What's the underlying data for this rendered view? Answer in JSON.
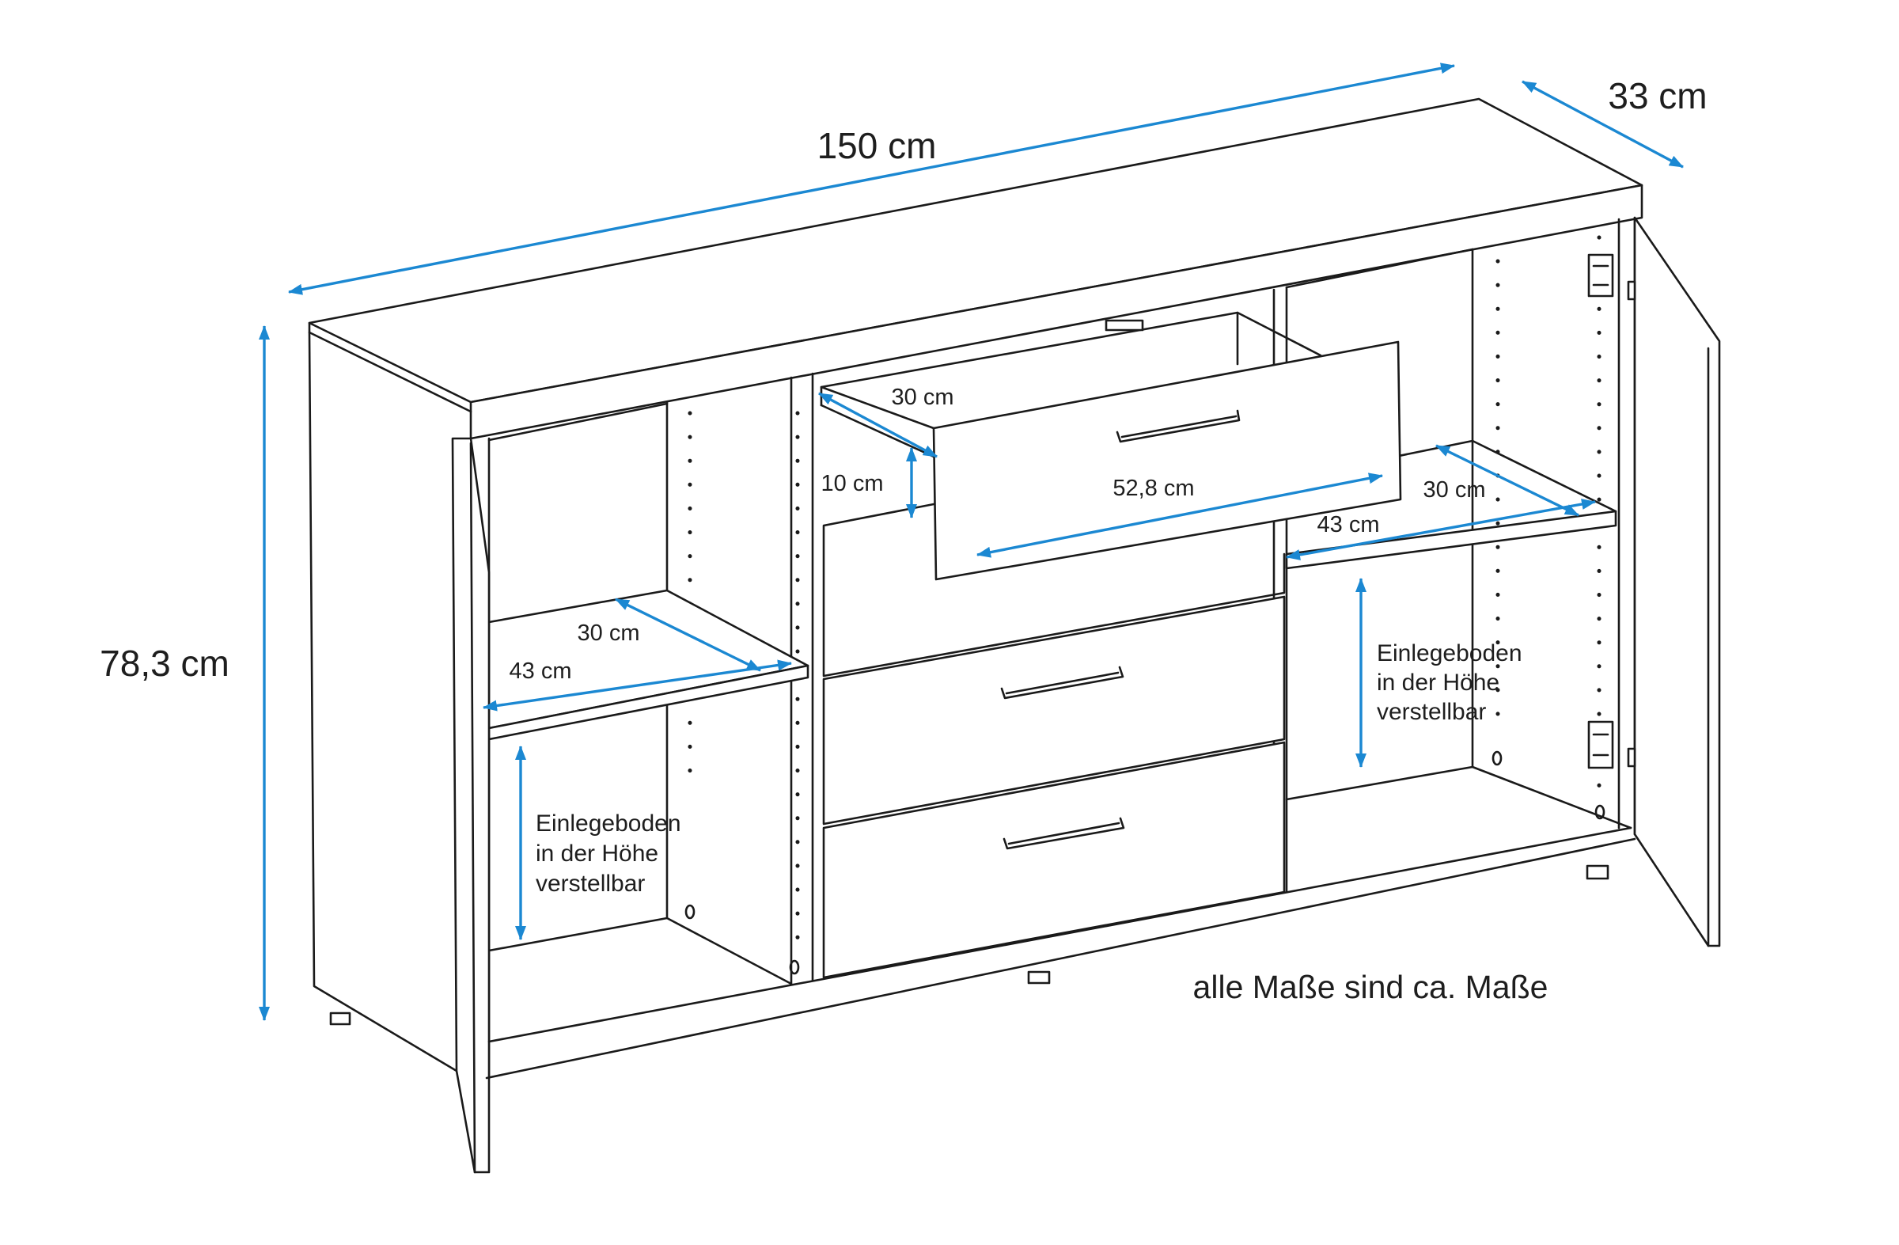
{
  "dimensions": {
    "width": "150 cm",
    "depth": "33 cm",
    "height": "78,3 cm",
    "drawer_depth": "30 cm",
    "drawer_height": "10 cm",
    "drawer_width": "52,8 cm",
    "left_shelf_depth": "30 cm",
    "left_shelf_width": "43 cm",
    "right_shelf_depth": "30 cm",
    "right_shelf_width": "43 cm"
  },
  "shelf_note_left": {
    "line1": "Einlegeboden",
    "line2": "in der Höhe",
    "line3": "verstellbar"
  },
  "shelf_note_right": {
    "line1": "Einlegeboden",
    "line2": "in der Höhe",
    "line3": "verstellbar"
  },
  "footnote": "alle Maße sind ca. Maße",
  "colors": {
    "dimension_line": "#1b88d2",
    "outline": "#1a1a1a"
  }
}
